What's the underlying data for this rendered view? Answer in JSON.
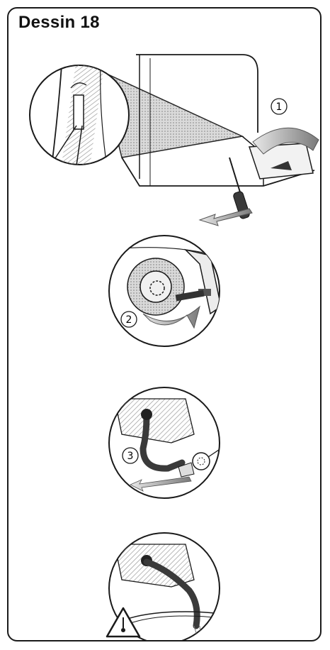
{
  "title": "Dessin 18",
  "steps": [
    {
      "marker": "1",
      "name": "remove-cover"
    },
    {
      "marker": "2",
      "name": "rotate-plug"
    },
    {
      "marker": "3",
      "name": "pull-hose-out"
    },
    {
      "marker": "",
      "name": "warning-hot-water"
    }
  ],
  "colors": {
    "line": "#1a1a1a",
    "shade": "#bdbdbd",
    "dark": "#4a4a4a",
    "paper": "#ffffff"
  }
}
